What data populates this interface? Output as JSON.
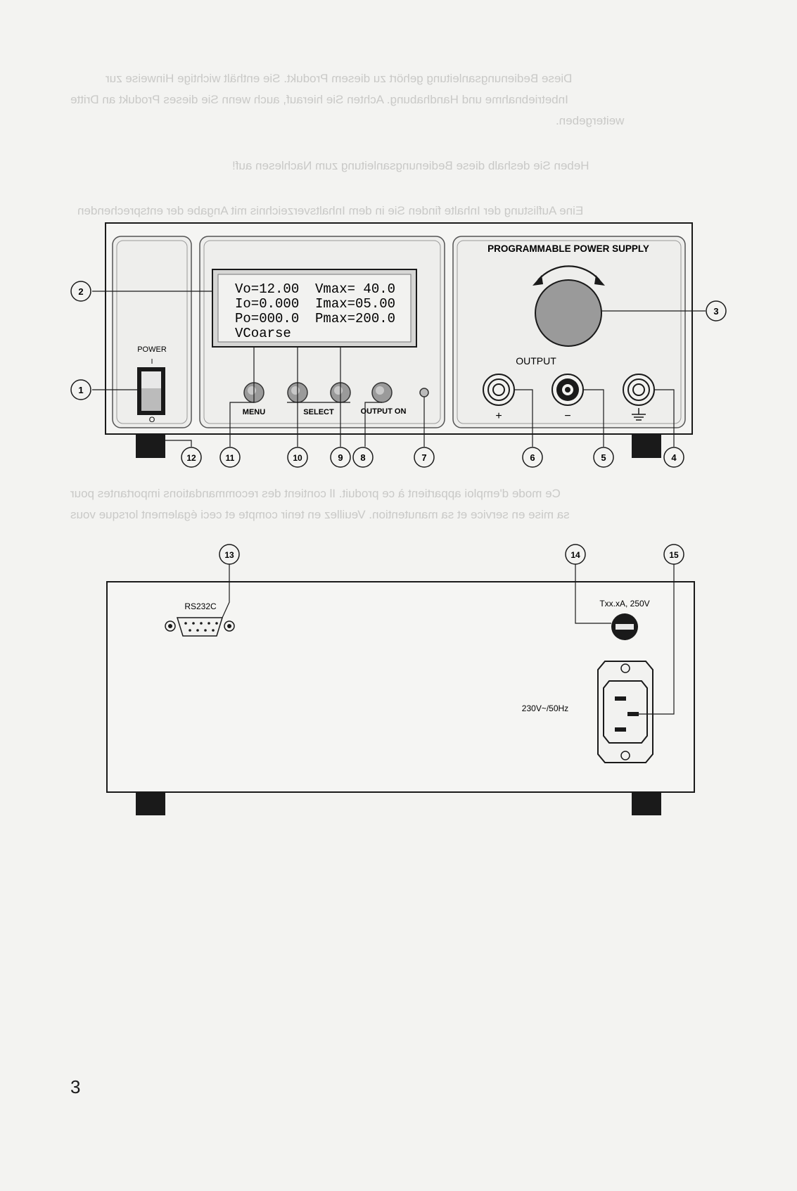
{
  "front_panel": {
    "title": "PROGRAMMABLE POWER SUPPLY",
    "display_lines": [
      "Vo=12.00  Vmax= 40.0",
      "Io=0.000  Imax=05.00",
      "Po=000.0  Pmax=200.0",
      "VCoarse"
    ],
    "power_label": "POWER",
    "power_on_mark": "I",
    "power_off_mark": "O",
    "output_label": "OUTPUT",
    "plus_sign": "+",
    "minus_sign": "−",
    "buttons": {
      "menu": "MENU",
      "select": "SELECT",
      "output_on": "OUTPUT ON"
    }
  },
  "rear_panel": {
    "rs232_label": "RS232C",
    "fuse_label": "Txx.xA, 250V",
    "mains_label": "230V~/50Hz"
  },
  "callouts": [
    "1",
    "2",
    "3",
    "4",
    "5",
    "6",
    "7",
    "8",
    "9",
    "10",
    "11",
    "12",
    "13",
    "14",
    "15"
  ],
  "page_number": "3",
  "colors": {
    "line": "#1a1a1a",
    "paper": "#f3f3f1",
    "panel": "#eeeeec",
    "knob": "#9a9a9a"
  }
}
